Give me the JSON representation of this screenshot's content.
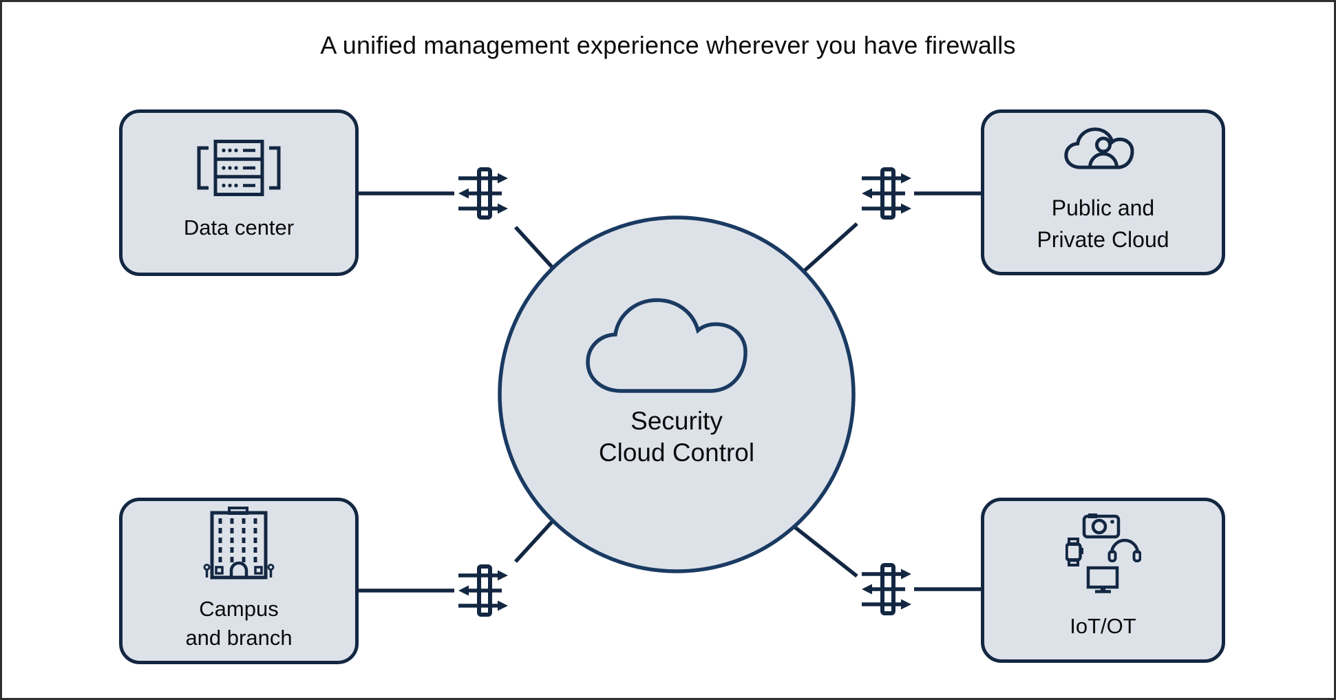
{
  "title": "A unified management experience wherever you have firewalls",
  "center_node": {
    "label": "Security\nCloud Control",
    "icon": "cloud-icon"
  },
  "nodes": [
    {
      "id": "data-center",
      "position": "top-left",
      "label": "Data center",
      "icon": "server-rack-icon"
    },
    {
      "id": "public-private-cloud",
      "position": "top-right",
      "label": "Public and\nPrivate Cloud",
      "icon": "cloud-user-icon"
    },
    {
      "id": "campus-branch",
      "position": "bottom-left",
      "label": "Campus\nand branch",
      "icon": "building-icon"
    },
    {
      "id": "iot-ot",
      "position": "bottom-right",
      "label": "IoT/OT",
      "icon": "iot-devices-icon"
    }
  ],
  "connectors": {
    "firewall_icon": "firewall-icon",
    "firewall_count": 4,
    "topology": "each node links horizontally to a firewall, then diagonally to the central circle"
  },
  "colors": {
    "navy": "#132742",
    "circle_border": "#1a3a61",
    "node_fill": "#dde2e9",
    "frame": "#2f2f2f",
    "text": "#0b0b0b",
    "background": "#ffffff"
  }
}
